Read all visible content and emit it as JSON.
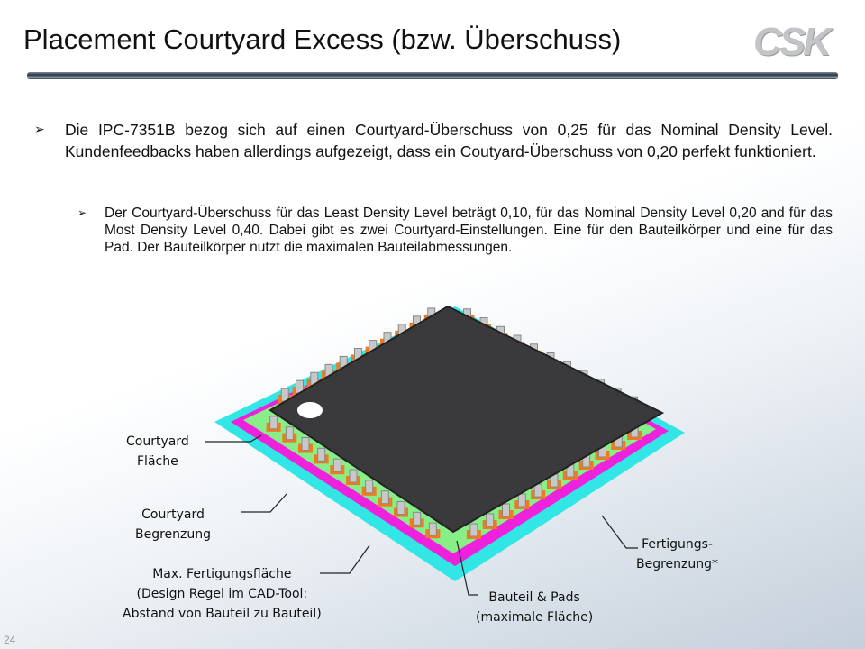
{
  "title": "Placement Courtyard Excess (bzw. Überschuss)",
  "logo": "CSK",
  "bullets": [
    {
      "icon": "arrow-bullet-icon",
      "text": "Die IPC-7351B bezog sich auf einen Courtyard-Überschuss von 0,25 für das Nominal Density Level. Kundenfeedbacks haben allerdings aufgezeigt, dass ein Coutyard-Überschuss von 0,20 perfekt funktioniert."
    },
    {
      "icon": "arrow-bullet-icon",
      "text": "Der Courtyard-Überschuss für das Least Density Level beträgt 0,10, für das Nominal Density Level 0,20 and für das Most Density Level 0,40. Dabei gibt es zwei Courtyard-Einstellungen. Eine für den Bauteilkörper und eine für das Pad. Der Bauteilkörper nutzt die maximalen Bauteilabmessungen."
    }
  ],
  "labels": {
    "courtyard_flaeche": [
      "Courtyard",
      "Fläche"
    ],
    "courtyard_begrenzung": [
      "Courtyard",
      "Begrenzung"
    ],
    "max_fertigung": [
      "Max. Fertigungsfläche",
      "(Design Regel im CAD-Tool:",
      "Abstand von Bauteil zu Bauteil)"
    ],
    "bauteil_pads": [
      "Bauteil & Pads",
      "(maximale Fläche)"
    ],
    "fertigungs_begrenzung": [
      "Fertigungs-",
      "Begrenzung*"
    ]
  },
  "colors": {
    "cyan": "#33e6e6",
    "magenta": "#ee22dd",
    "green": "#88ee88",
    "chip": "#3a3a3c",
    "pad": "#f07a20"
  },
  "page_number": "24"
}
